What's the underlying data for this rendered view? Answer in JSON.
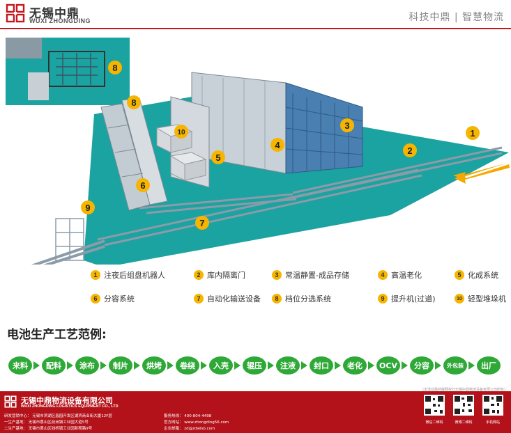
{
  "header": {
    "logo_cn": "无锡中鼎",
    "logo_en": "WUXI ZHONGDING",
    "slogan": "科技中鼎 | 智慧物流"
  },
  "diagram": {
    "callouts": [
      "1",
      "2",
      "3",
      "4",
      "5",
      "6",
      "7",
      "8",
      "9",
      "10",
      "8"
    ]
  },
  "legend": {
    "items": [
      {
        "num": "1",
        "label": "注夜后组盘机器人"
      },
      {
        "num": "2",
        "label": "库内隔离门"
      },
      {
        "num": "3",
        "label": "常温静置-成品存储"
      },
      {
        "num": "4",
        "label": "高温老化"
      },
      {
        "num": "5",
        "label": "化成系统"
      },
      {
        "num": "6",
        "label": "分容系统"
      },
      {
        "num": "7",
        "label": "自动化输送设备"
      },
      {
        "num": "8",
        "label": "档位分选系统"
      },
      {
        "num": "9",
        "label": "提升机(过道)"
      },
      {
        "num": "10",
        "label": "轻型堆垛机"
      }
    ]
  },
  "process": {
    "title": "电池生产工艺范例:",
    "steps": [
      "来料",
      "配料",
      "涂布",
      "制片",
      "烘烤",
      "卷绕",
      "入壳",
      "辊压",
      "注液",
      "封口",
      "老化",
      "OCV",
      "分容",
      "外包装",
      "出厂"
    ]
  },
  "copyright": "(本活动最终解释权归无锡中鼎物流设备有限公司所有)",
  "footer": {
    "company_cn": "无锡中鼎物流设备有限公司",
    "company_en": "WUXI ZHONGDING LOGISTICS EQUIPMENT CO., LTD",
    "addresses": [
      "研发营销中心：   无锡市滨湖区蠡园开发区湖滨商业街大厦12F层",
      "一生产基地：     无锡市惠山区前洲镇工业园大道5号",
      "二生产基地：     无锡市惠山区钱桥镇工业园新程路9号"
    ],
    "contacts": [
      "服务热线：  400-804-4498",
      "官方网站：  www.zhongding56.com",
      "企业邮箱：  zd@zdwlsb.com"
    ],
    "qr_labels": [
      "微信二维码",
      "微博二维码",
      "手机网站"
    ]
  },
  "colors": {
    "brand_red": "#c8161d",
    "floor_teal": "#1aa3a0",
    "callout_yellow": "#f6b500",
    "process_green": "#2ea836",
    "arrow_orange": "#f5a800"
  }
}
